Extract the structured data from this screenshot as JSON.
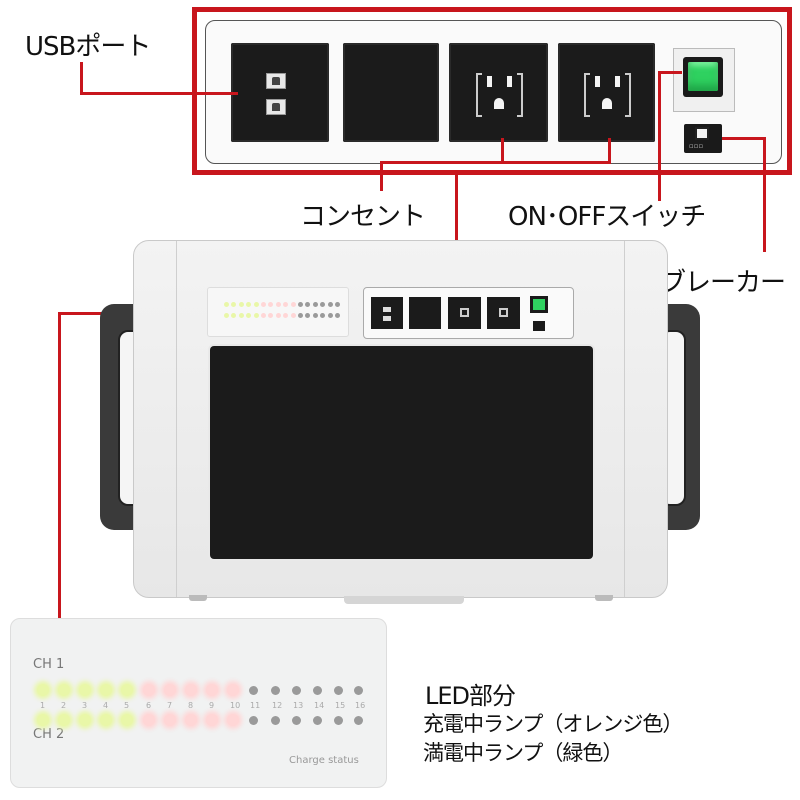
{
  "callouts": {
    "usb_port": "USBポート",
    "outlet": "コンセント",
    "on_off_switch": "ON･OFFスイッチ",
    "breaker": "ブレーカー",
    "led_section": "LED部分",
    "charging_lamp": "充電中ランプ（オレンジ色）",
    "full_lamp": "満電中ランプ（緑色）"
  },
  "panel": {
    "ch1": "CH 1",
    "ch2": "CH 2",
    "charge_status": "Charge status",
    "led_numbers": [
      "1",
      "2",
      "3",
      "4",
      "5",
      "6",
      "7",
      "8",
      "9",
      "10",
      "11",
      "12",
      "13",
      "14",
      "15",
      "16"
    ]
  },
  "colors": {
    "callout_line": "#c8161d",
    "switch": "#2fd160",
    "led_green": "#e9f7a8",
    "led_orange": "#ffd6d6",
    "led_off": "#9a9a9a"
  }
}
